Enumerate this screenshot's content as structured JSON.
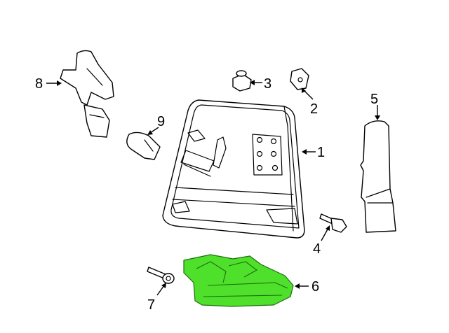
{
  "diagram": {
    "highlight_color": "#4ee02a",
    "callouts": [
      {
        "id": "1",
        "label": "1"
      },
      {
        "id": "2",
        "label": "2"
      },
      {
        "id": "3",
        "label": "3"
      },
      {
        "id": "4",
        "label": "4"
      },
      {
        "id": "5",
        "label": "5"
      },
      {
        "id": "6",
        "label": "6"
      },
      {
        "id": "7",
        "label": "7"
      },
      {
        "id": "8",
        "label": "8"
      },
      {
        "id": "9",
        "label": "9"
      }
    ],
    "highlighted_part": "6"
  }
}
